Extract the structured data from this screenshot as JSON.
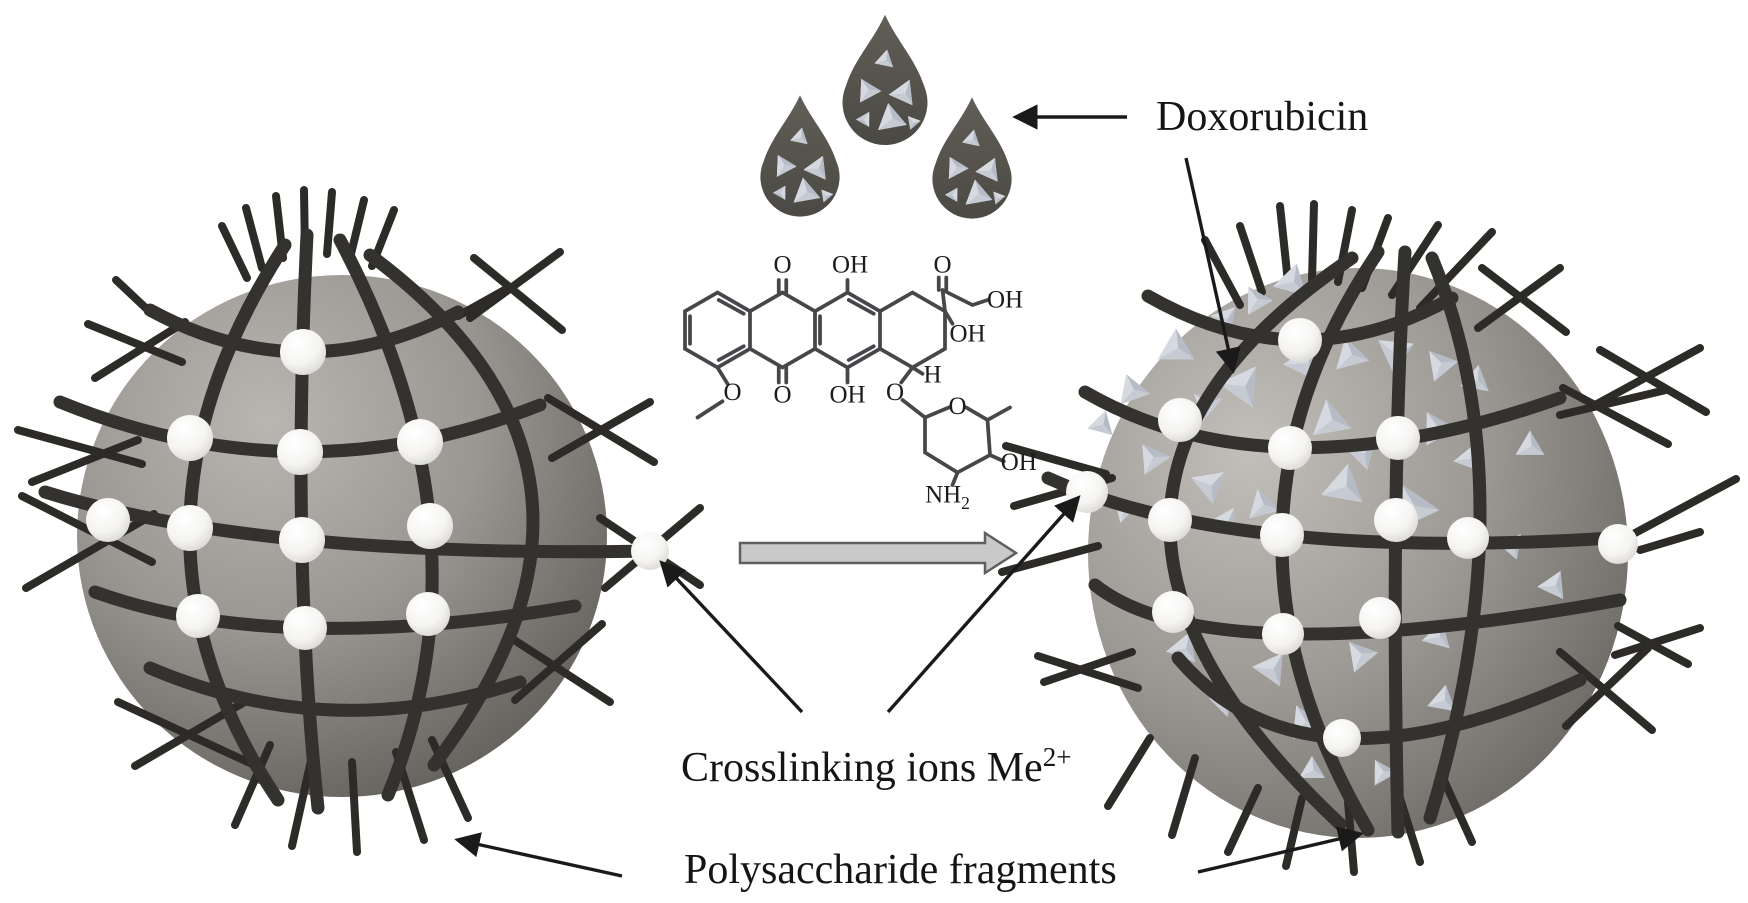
{
  "figure": {
    "labels": {
      "doxorubicin": "Doxorubicin",
      "crosslinking_main": "Crosslinking ions Me",
      "crosslinking_sup": "2+",
      "polysaccharide": "Polysaccharide fragments"
    },
    "molecule": {
      "o_quinone_top": "O",
      "oh_phenol_top": "OH",
      "o_ketone_side": "O",
      "oh_chain": "OH",
      "oh_c9": "OH",
      "o_methoxy": "O",
      "o_quinone_bottom": "O",
      "oh_phenol_bottom": "OH",
      "o_glycosidic": "O",
      "h_c7": "H",
      "o_sugar_ring": "O",
      "oh_sugar": "OH",
      "nh_sugar": "NH",
      "nh_sugar_sub": "2"
    },
    "colors": {
      "background": "#ffffff",
      "sphere_light": "#c0bdb8",
      "sphere_dark": "#4d4b47",
      "mesh": "#34322e",
      "node": "#ffffff",
      "crystal": "#dfe2e7",
      "droplet": "#56534d",
      "annotation_arrow": "#1a1a1a",
      "block_arrow_fill": "#c9c9c9",
      "block_arrow_stroke": "#5f5f5f",
      "text": "#151515"
    }
  }
}
